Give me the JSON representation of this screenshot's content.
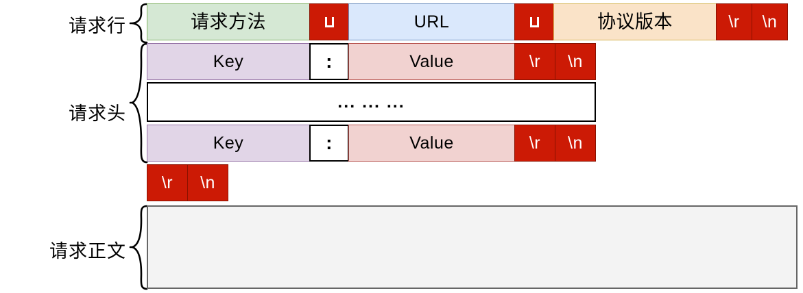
{
  "diagram": {
    "title_semantics": "HTTP request message structure",
    "sections": [
      {
        "id": "request-line",
        "label": "请求行"
      },
      {
        "id": "request-headers",
        "label": "请求头"
      },
      {
        "id": "request-body",
        "label": "请求正文"
      }
    ],
    "request_line": {
      "method": "请求方法",
      "space1": "␣",
      "url": "URL",
      "space2": "␣",
      "version": "协议版本",
      "cr": "\\r",
      "lf": "\\n"
    },
    "header_row_1": {
      "key": "Key",
      "colon": ":",
      "value": "Value",
      "cr": "\\r",
      "lf": "\\n"
    },
    "header_ellipsis": {
      "text": "... ... ..."
    },
    "header_row_2": {
      "key": "Key",
      "colon": ":",
      "value": "Value",
      "cr": "\\r",
      "lf": "\\n"
    },
    "blank_line": {
      "cr": "\\r",
      "lf": "\\n"
    },
    "body": {
      "text": ""
    },
    "colors": {
      "method_fill": "#d5e8d4",
      "method_stroke": "#82b366",
      "url_fill": "#dae8fc",
      "url_stroke": "#6c8ebf",
      "version_fill": "#fae3c8",
      "version_stroke": "#d6b656",
      "key_fill": "#e1d5e7",
      "key_stroke": "#9673a6",
      "value_fill": "#f1d2d0",
      "value_stroke": "#b85450",
      "crlf_fill": "#cc1a05",
      "crlf_stroke": "#8a1100",
      "body_fill": "#f3f3f3",
      "body_stroke": "#666666",
      "white": "#ffffff",
      "black": "#000000"
    }
  }
}
